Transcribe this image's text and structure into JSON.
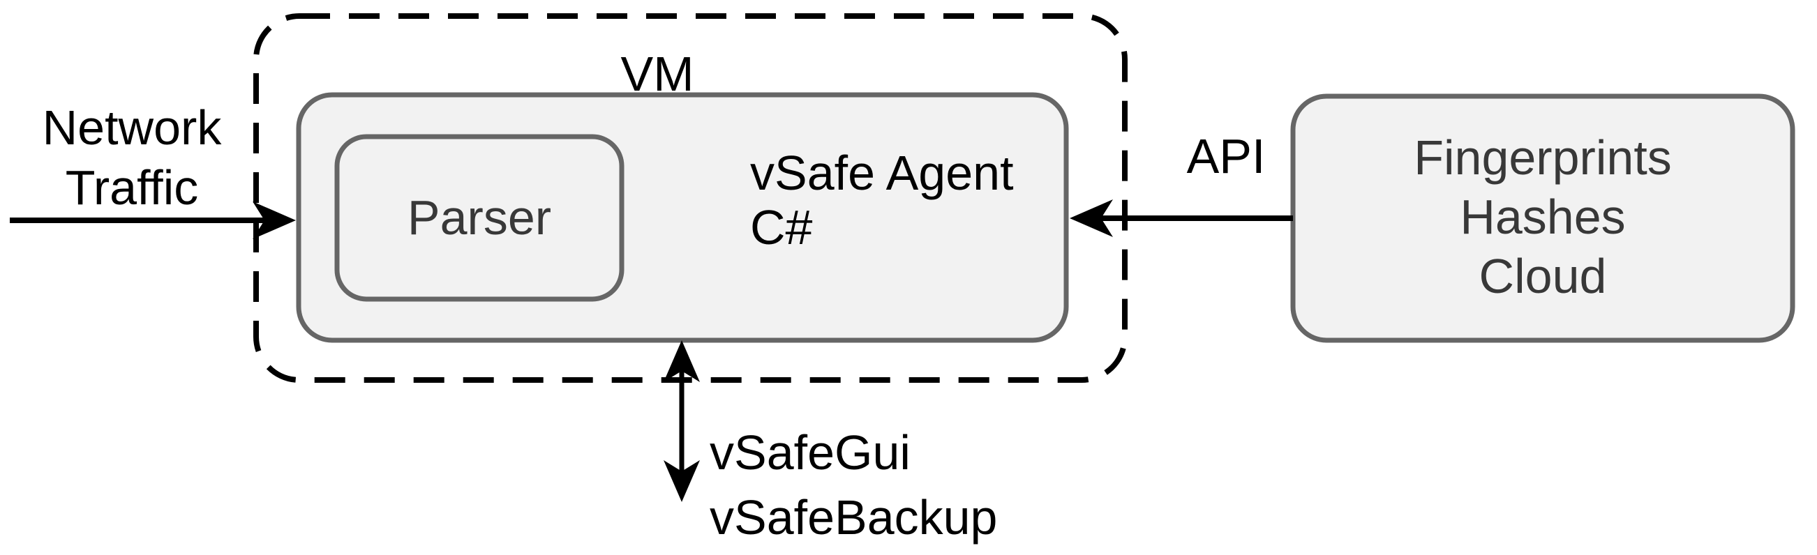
{
  "diagram": {
    "vm_group": {
      "label": "VM"
    },
    "agent_box": {
      "line1": "vSafe Agent",
      "line2": "C#"
    },
    "parser_box": {
      "label": "Parser"
    },
    "cloud_box": {
      "line1": "Fingerprints",
      "line2": "Hashes",
      "line3": "Cloud"
    },
    "network_arrow": {
      "line1": "Network",
      "line2": "Traffic"
    },
    "api_arrow": {
      "label": "API"
    },
    "gui_backup_arrow": {
      "line1": "vSafeGui",
      "line2": "vSafeBackup"
    }
  },
  "colors": {
    "background": "#ffffff",
    "box_fill": "#f2f2f2",
    "box_border": "#666666",
    "dashed_border": "#000000",
    "arrow": "#000000",
    "black_text": "#000000",
    "gray_text": "#383838"
  }
}
